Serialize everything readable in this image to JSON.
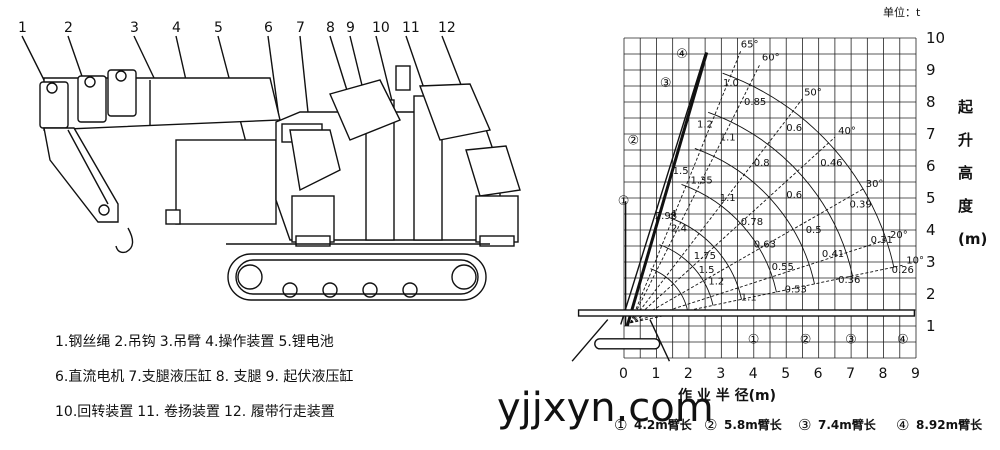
{
  "parts_legend": [
    [
      "1.钢丝绳",
      "2.吊钩",
      "3.吊臂",
      "4.操作装置",
      "5.锂电池"
    ],
    [
      "6.直流电机",
      "7.支腿液压缸",
      "8. 支腿",
      "9. 起伏液压缸"
    ],
    [
      "10.回转装置",
      "11. 卷扬装置",
      "12. 履带行走装置"
    ]
  ],
  "callout_numbers": [
    "1",
    "2",
    "3",
    "4",
    "5",
    "6",
    "7",
    "8",
    "9",
    "10",
    "11",
    "12"
  ],
  "watermark": "yjjxyn.com",
  "chart_data": {
    "type": "load-chart",
    "unit_label": "单位：t",
    "xlabel": "作 业 半 径(m)",
    "ylabel": [
      "起",
      "升",
      "高",
      "度",
      "(m)"
    ],
    "x_ticks": [
      0,
      1,
      2,
      3,
      4,
      5,
      6,
      7,
      8,
      9
    ],
    "y_ticks": [
      1,
      2,
      3,
      4,
      5,
      6,
      7,
      8,
      9,
      10
    ],
    "xlim": [
      0,
      9
    ],
    "ylim": [
      0,
      10
    ],
    "boom_circles": [
      "①",
      "②",
      "③",
      "④"
    ],
    "boom_lengths_legend": [
      {
        "marker": "①",
        "text": "4.2m臂长"
      },
      {
        "marker": "②",
        "text": "5.8m臂长"
      },
      {
        "marker": "③",
        "text": "7.4m臂长"
      },
      {
        "marker": "④",
        "text": "8.92m臂长"
      }
    ],
    "angles": [
      {
        "label": "65°",
        "x": 3.6,
        "y": 9.7
      },
      {
        "label": "60°",
        "x": 4.25,
        "y": 9.3
      },
      {
        "label": "50°",
        "x": 5.55,
        "y": 8.2
      },
      {
        "label": "40°",
        "x": 6.6,
        "y": 7.0
      },
      {
        "label": "30°",
        "x": 7.45,
        "y": 5.35
      },
      {
        "label": "20°",
        "x": 8.2,
        "y": 3.75
      },
      {
        "label": "10°",
        "x": 8.7,
        "y": 2.95
      }
    ],
    "loads": [
      {
        "value": "1.0",
        "x": 3.05,
        "y": 8.5
      },
      {
        "value": "0.85",
        "x": 3.7,
        "y": 7.9
      },
      {
        "value": "1.2",
        "x": 2.25,
        "y": 7.2
      },
      {
        "value": "0.6",
        "x": 5.0,
        "y": 7.1
      },
      {
        "value": "1.1",
        "x": 2.95,
        "y": 6.8
      },
      {
        "value": "0.8",
        "x": 4.0,
        "y": 6.0
      },
      {
        "value": "0.46",
        "x": 6.05,
        "y": 6.0
      },
      {
        "value": "1.5",
        "x": 1.5,
        "y": 5.75
      },
      {
        "value": "1.35",
        "x": 2.05,
        "y": 5.45
      },
      {
        "value": "1.1",
        "x": 2.95,
        "y": 4.9
      },
      {
        "value": "0.6",
        "x": 5.0,
        "y": 5.0
      },
      {
        "value": "0.39",
        "x": 6.95,
        "y": 4.7
      },
      {
        "value": "2.98",
        "x": 0.95,
        "y": 4.35
      },
      {
        "value": "4",
        "x": 1.42,
        "y": 4.4
      },
      {
        "value": "2.4",
        "x": 1.45,
        "y": 3.95
      },
      {
        "value": "0.78",
        "x": 3.6,
        "y": 4.15
      },
      {
        "value": "0.5",
        "x": 5.6,
        "y": 3.9
      },
      {
        "value": "0.31",
        "x": 7.6,
        "y": 3.6
      },
      {
        "value": "0.63",
        "x": 4.0,
        "y": 3.45
      },
      {
        "value": "0.41",
        "x": 6.1,
        "y": 3.15
      },
      {
        "value": "1.75",
        "x": 2.15,
        "y": 3.1
      },
      {
        "value": "1.5",
        "x": 2.3,
        "y": 2.65
      },
      {
        "value": "0.55",
        "x": 4.55,
        "y": 2.75
      },
      {
        "value": "0.26",
        "x": 8.25,
        "y": 2.65
      },
      {
        "value": "1.2",
        "x": 2.6,
        "y": 2.3
      },
      {
        "value": "0.36",
        "x": 6.6,
        "y": 2.35
      },
      {
        "value": "0.53",
        "x": 4.95,
        "y": 2.05
      },
      {
        "value": "1.1",
        "x": 3.6,
        "y": 1.8
      }
    ]
  }
}
